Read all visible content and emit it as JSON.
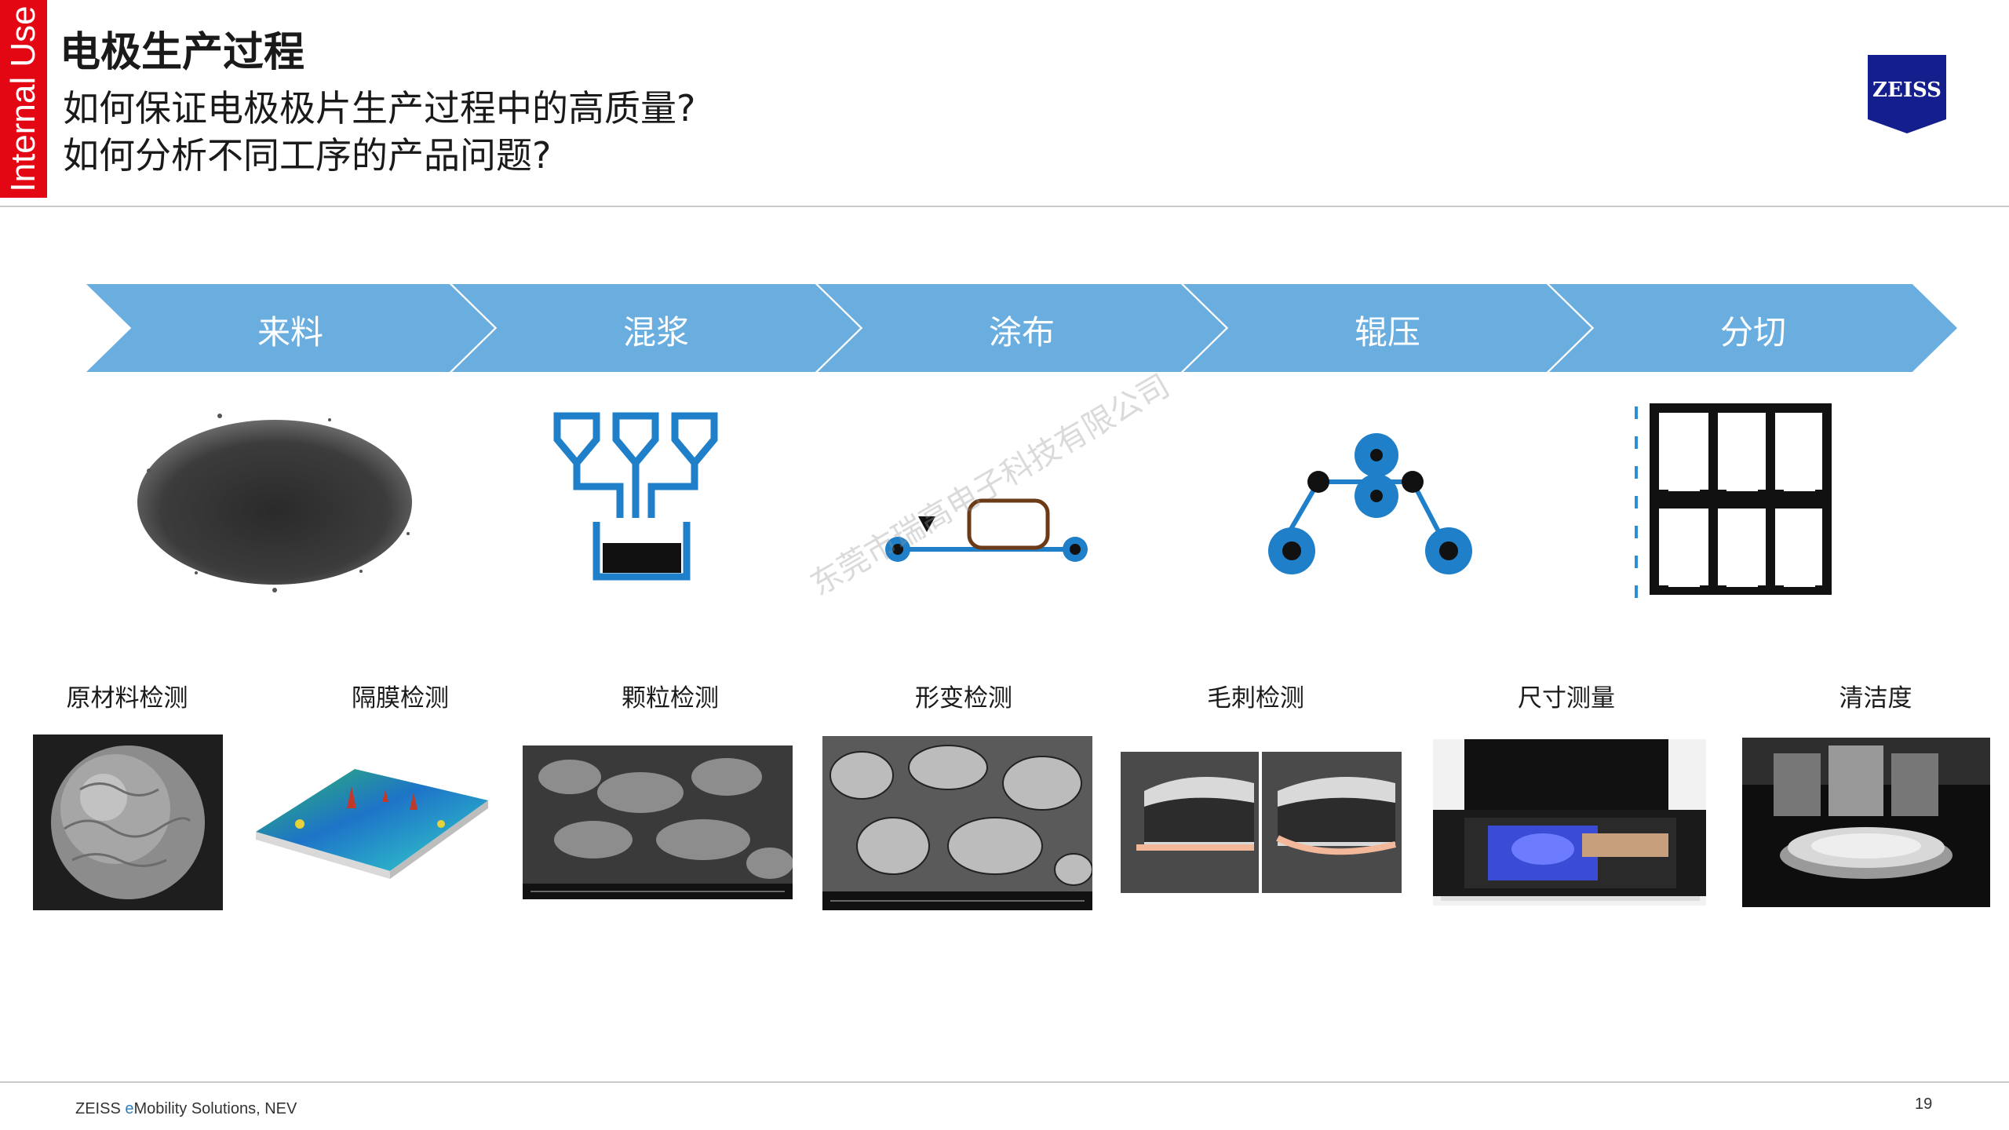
{
  "tag": {
    "text": "Internal Use"
  },
  "header": {
    "title": "电极生产过程",
    "subtitle_lines": [
      "如何保证电极极片生产过程中的高质量?",
      "如何分析不同工序的产品问题?"
    ]
  },
  "logo": {
    "text": "ZEISS",
    "color": "#141e8c"
  },
  "process_steps": [
    "来料",
    "混浆",
    "涂布",
    "辊压",
    "分切"
  ],
  "inspection_items": [
    "原材料检测",
    "隔膜检测",
    "颗粒检测",
    "形变检测",
    "毛刺检测",
    "尺寸测量",
    "清洁度"
  ],
  "watermark": "东莞市瑞高电子科技有限公司",
  "footer": {
    "brand": "ZEISS ",
    "e": "e",
    "rest": "Mobility Solutions, NEV",
    "page": "19"
  },
  "colors": {
    "chevron": "#6aaee0",
    "icon_blue": "#1f7fc8",
    "tag_red": "#e30613"
  }
}
